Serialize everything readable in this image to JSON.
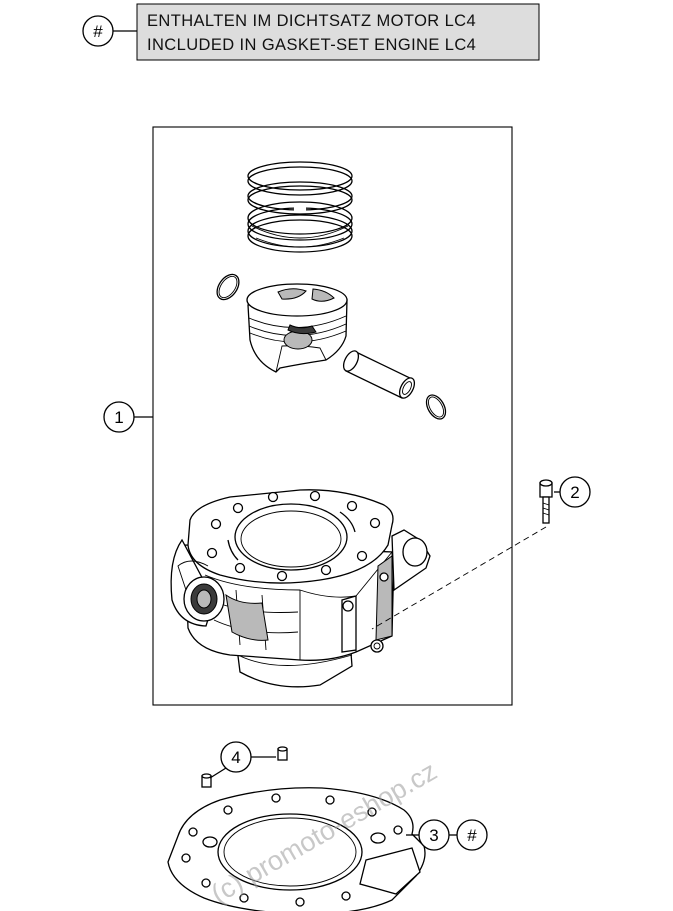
{
  "legend": {
    "symbol": "#",
    "line_de": "ENTHALTEN IM DICHTSATZ MOTOR LC4",
    "line_en": "INCLUDED IN GASKET-SET ENGINE LC4"
  },
  "callouts": {
    "cylinder_kit": "1",
    "bolt": "2",
    "head_gasket": "3",
    "head_gasket_symbol": "#",
    "dowel_pins": "4"
  },
  "watermark": "(c) promoto-eshop.cz",
  "colors": {
    "legend_fill": "#dddddd",
    "line": "#000000",
    "shade": "#b9b9b9",
    "watermark": "#9a9a9a"
  }
}
